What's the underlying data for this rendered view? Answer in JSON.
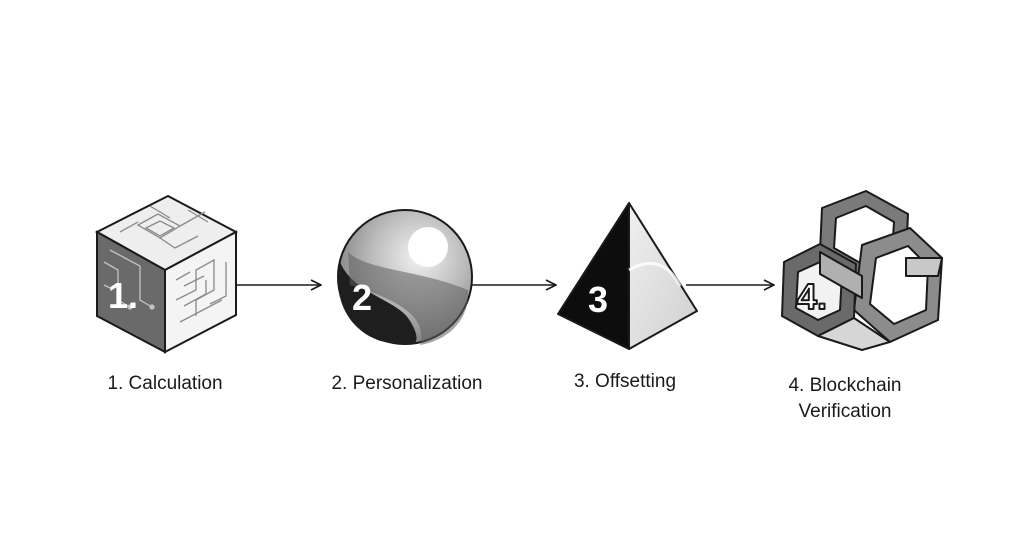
{
  "steps": [
    {
      "number": "1.",
      "label": "1. Calculation",
      "shape": "circuit-cube-icon"
    },
    {
      "number": "2",
      "label": "2. Personalization",
      "shape": "sphere-icon"
    },
    {
      "number": "3",
      "label": "3. Offsetting",
      "shape": "pyramid-icon"
    },
    {
      "number": "4.",
      "label": "4. Blockchain\nVerification",
      "shape": "hexagonal-lattice-icon"
    }
  ],
  "colors": {
    "ink": "#1a1a1a",
    "dark_gray": "#555555",
    "mid_gray": "#8a8a8a",
    "light_gray": "#e6e6e6",
    "background": "#ffffff"
  }
}
